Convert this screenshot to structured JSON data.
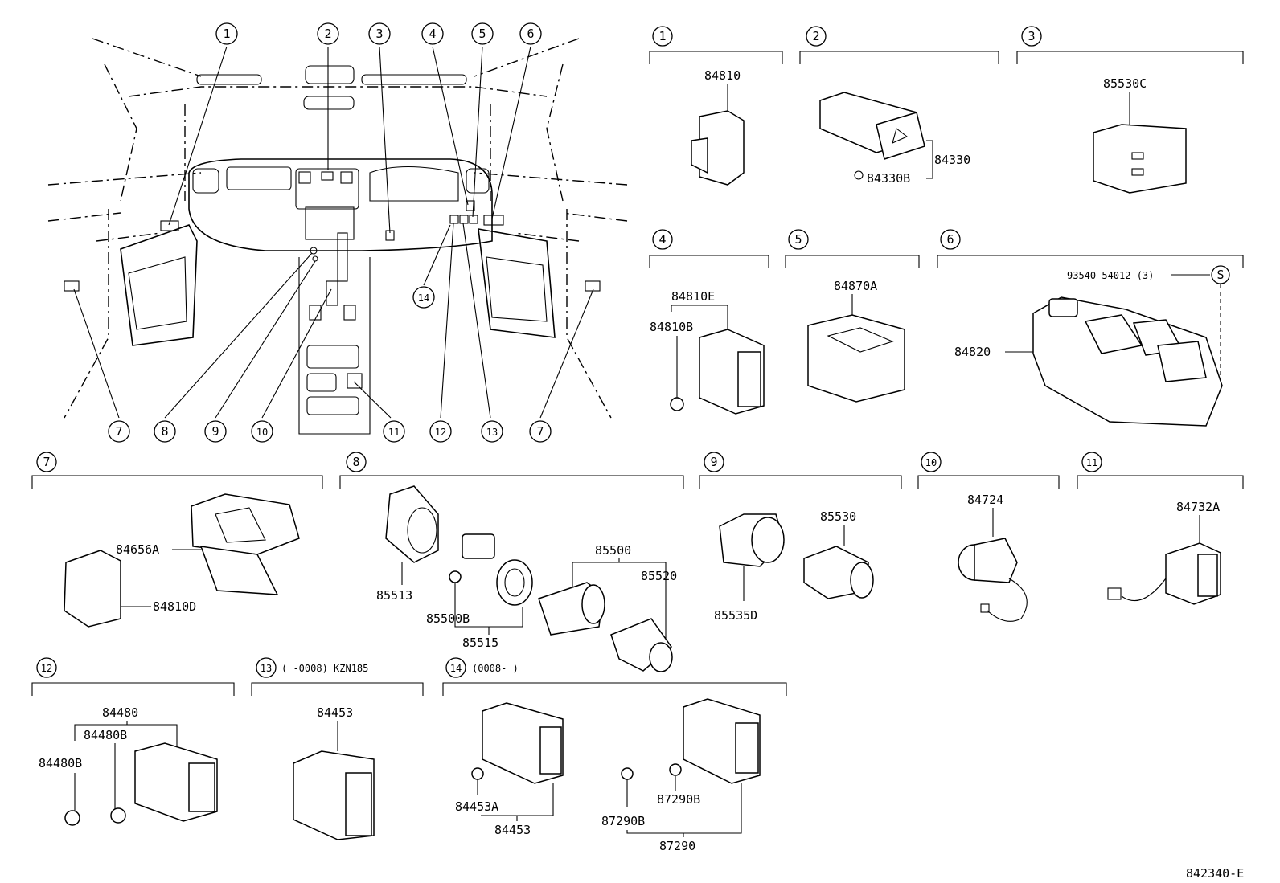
{
  "diagram_id": "842340-E",
  "callouts": {
    "c1": "1",
    "c2": "2",
    "c3": "3",
    "c4": "4",
    "c5": "5",
    "c6": "6",
    "c7": "7",
    "c8": "8",
    "c9": "9",
    "c10": "10",
    "c11": "11",
    "c12": "12",
    "c13": "13",
    "c14": "14"
  },
  "groups": {
    "g13_note": "(      -0008)  KZN185",
    "g14_note": "(0008-      )"
  },
  "parts": {
    "p84810": "84810",
    "p84330": "84330",
    "p84330B": "84330B",
    "p85530C": "85530C",
    "p84810E": "84810E",
    "p84810B": "84810B",
    "p84870A": "84870A",
    "p93540": "93540-54012 (3)",
    "pS": "S",
    "p84820": "84820",
    "p84656A": "84656A",
    "p84810D": "84810D",
    "p85513": "85513",
    "p85500": "85500",
    "p85520": "85520",
    "p85500B": "85500B",
    "p85515": "85515",
    "p85530": "85530",
    "p85535D": "85535D",
    "p84724": "84724",
    "p84732A": "84732A",
    "p84480": "84480",
    "p84480B_a": "84480B",
    "p84480B_b": "84480B",
    "p84453_13": "84453",
    "p84453A": "84453A",
    "p84453_14": "84453",
    "p87290B_a": "87290B",
    "p87290B_b": "87290B",
    "p87290": "87290"
  }
}
